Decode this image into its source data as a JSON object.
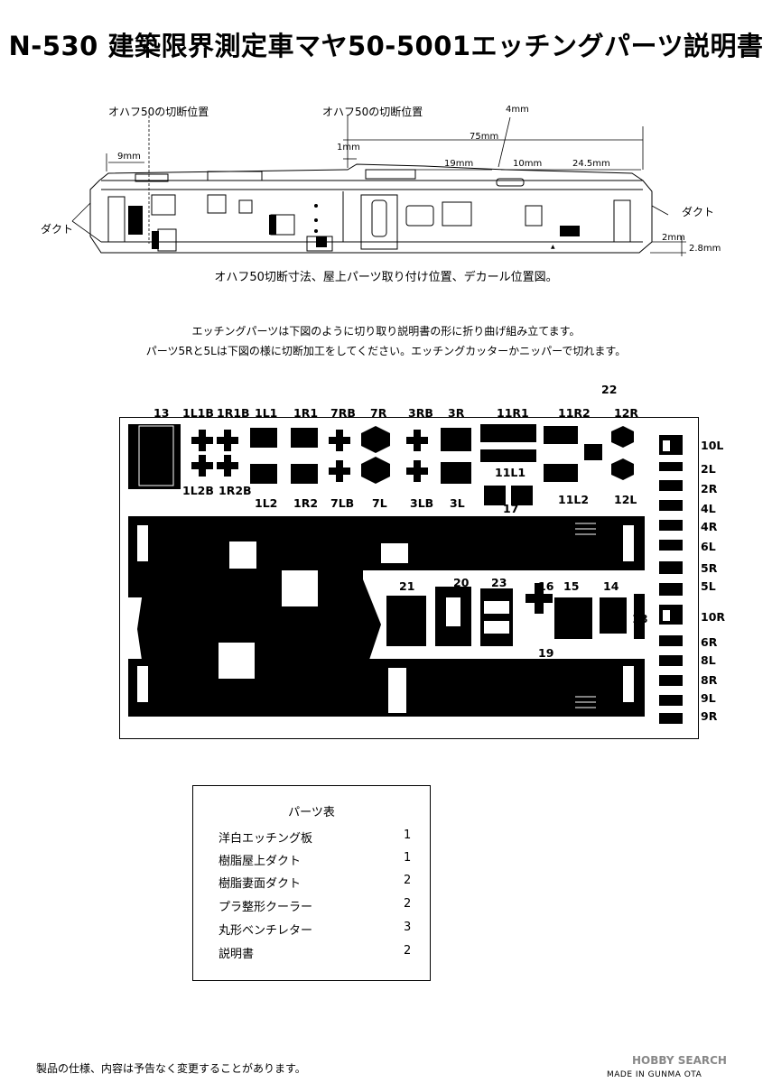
{
  "title": "N-530 建築限界測定車マヤ50-5001エッチングパーツ説明書",
  "diagram": {
    "cut1": "オハフ50の切断位置",
    "cut2": "オハフ50の切断位置",
    "dim_4mm": "4mm",
    "dim_75mm": "75mm",
    "dim_9mm": "9mm",
    "dim_1mm": "1mm",
    "dim_19mm": "19mm",
    "dim_10mm": "10mm",
    "dim_24_5mm": "24.5mm",
    "duct_left": "ダクト",
    "duct_right": "ダクト",
    "dim_2mm": "2mm",
    "dim_2_8mm": "2.8mm",
    "caption": "オハフ50切断寸法、屋上パーツ取り付け位置、デカール位置図。"
  },
  "instructions": [
    "エッチングパーツは下図のように切り取り説明書の形に折り曲げ組み立てます。",
    "パーツ5Rと5Lは下図の様に切断加工をしてください。エッチングカッターかニッパーで切れます。"
  ],
  "sheet_labels": {
    "p13": "13",
    "p1L1B": "1L1B",
    "p1R1B": "1R1B",
    "p1L1": "1L1",
    "p1R1": "1R1",
    "p7RB": "7RB",
    "p7R": "7R",
    "p3RB": "3RB",
    "p3R": "3R",
    "p11R1": "11R1",
    "p11R2": "11R2",
    "p22": "22",
    "p12R": "12R",
    "p1L2B": "1L2B",
    "p1R2B": "1R2B",
    "p1L2": "1L2",
    "p1R2": "1R2",
    "p7LB": "7LB",
    "p7L": "7L",
    "p3LB": "3LB",
    "p3L": "3L",
    "p11L1": "11L1",
    "p11L2": "11L2",
    "p12L": "12L",
    "p17": "17",
    "p21": "21",
    "p20": "20",
    "p23": "23",
    "p16": "16",
    "p15": "15",
    "p14": "14",
    "p18": "18",
    "p19": "19",
    "p10L": "10L",
    "p2L": "2L",
    "p2R": "2R",
    "p4L": "4L",
    "p4R": "4R",
    "p6L": "6L",
    "p5R": "5R",
    "p5L": "5L",
    "p10R": "10R",
    "p6R": "6R",
    "p8L": "8L",
    "p8R": "8R",
    "p9L": "9L",
    "p9R": "9R"
  },
  "parts_table": {
    "header": "パーツ表",
    "rows": [
      {
        "name": "洋白エッチング板",
        "qty": "1"
      },
      {
        "name": "樹脂屋上ダクト",
        "qty": "1"
      },
      {
        "name": "樹脂妻面ダクト",
        "qty": "2"
      },
      {
        "name": "プラ整形クーラー",
        "qty": "2"
      },
      {
        "name": "丸形ベンチレター",
        "qty": "3"
      },
      {
        "name": "説明書",
        "qty": "2"
      }
    ]
  },
  "footer": {
    "notice": "製品の仕様、内容は予告なく変更することがあります。",
    "brand": "HOBBY SEARCH",
    "made": "MADE IN GUNMA OTA"
  }
}
